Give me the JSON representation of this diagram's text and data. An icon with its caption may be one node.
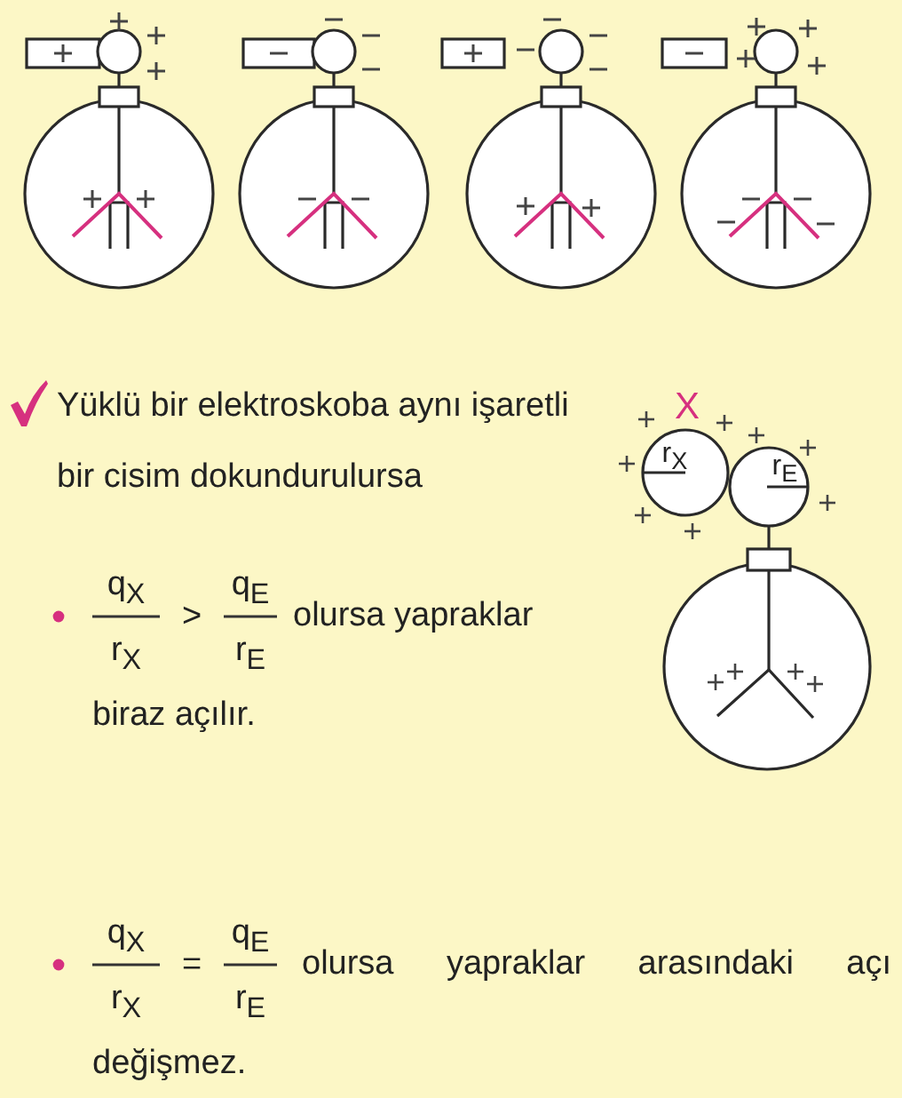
{
  "diagram": {
    "labels": [
      "Yüklü bir elektroskoba aynı işaretli bir cisim dokundurulursa",
      "X",
      "r$_{X}$",
      "r$_{E}$",
      "q$_{X}$",
      "r$_{X}$",
      ">",
      "q$_{E}$",
      "r$_{E}$",
      "olursa yapraklar biraz açılır.",
      "q$_{X}$",
      "r$_{X}$",
      "=",
      "q$_{E}$",
      "r$_{E}$",
      "olursa yapraklar arasındaki açı değişmez."
    ]
  }
}
